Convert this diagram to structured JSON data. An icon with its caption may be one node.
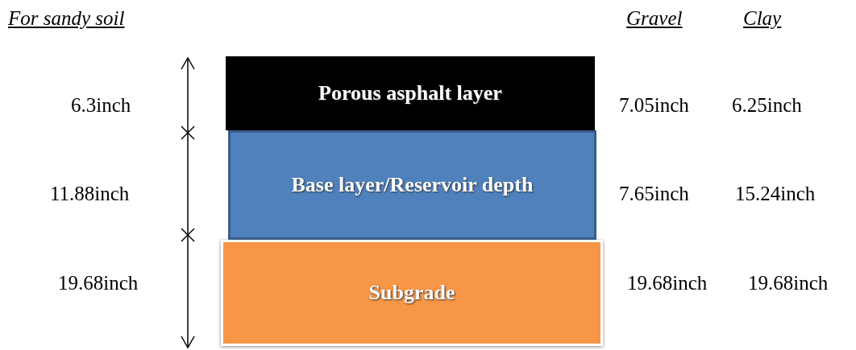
{
  "diagram": {
    "nodes": [
      {
        "text": [
          "Porous asphalt layer"
        ]
      },
      {
        "text": [
          "Base layer/Reservoir depth"
        ]
      },
      {
        "text": [
          "Subgrade"
        ]
      }
    ],
    "labels": [
      "For sandy soil",
      "Gravel",
      "Clay",
      "6.3inch",
      "7.05inch",
      "6.25inch",
      "11.88inch",
      "7.65inch",
      "15.24inch",
      "19.68inch",
      "19.68inch",
      "19.68inch"
    ]
  }
}
